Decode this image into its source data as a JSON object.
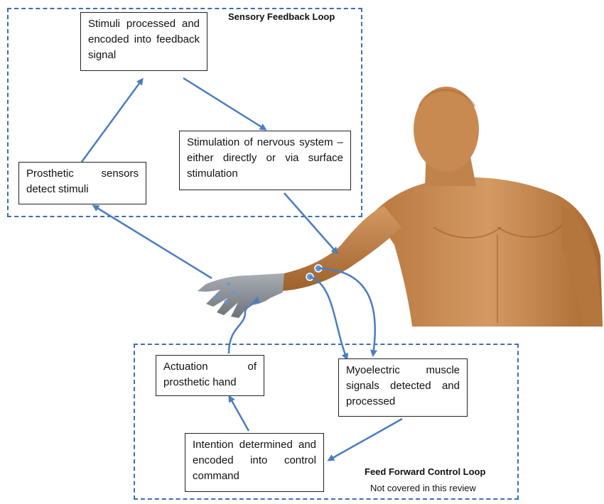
{
  "sensory_loop": {
    "title": "Sensory Feedback Loop"
  },
  "feedforward_loop": {
    "title": "Feed Forward Control Loop",
    "note": "Not covered in this review"
  },
  "nodes": {
    "stimuli_processed": "Stimuli processed and encoded into feedback signal",
    "stimulation_nervous": "Stimulation of nervous system – either directly or via surface stimulation",
    "prosthetic_sensors": "Prosthetic sensors detect stimuli",
    "actuation": "Actuation of prosthetic hand",
    "myoelectric": "Myoelectric muscle signals detected and processed",
    "intention": "Intention determined and encoded into control command"
  },
  "colors": {
    "arrow": "#4a7dc0",
    "dash": "#3b6fb0",
    "skin": "#c98a52",
    "prosthesis": "#8a8f96",
    "electrode": "#5b9be0"
  },
  "figure": "human-torso-with-prosthetic-arm"
}
